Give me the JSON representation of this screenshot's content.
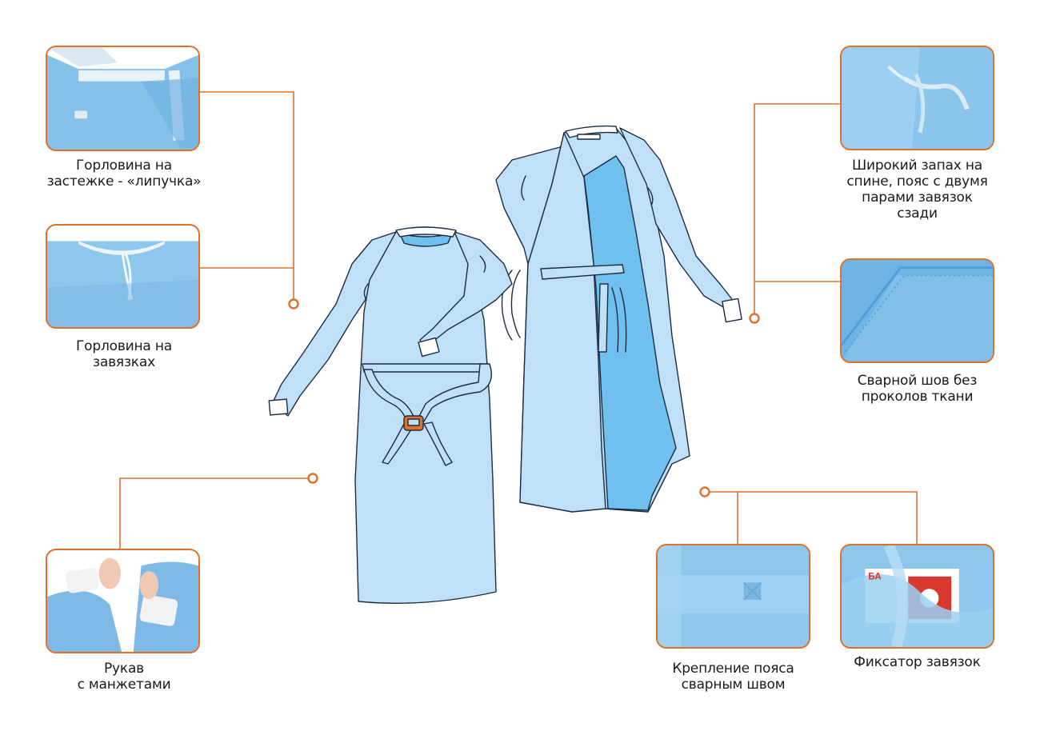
{
  "colors": {
    "accent": "#e0702a",
    "gown_fill": "#bfe0f7",
    "gown_inner": "#6fc0ee",
    "outline": "#1d2c45",
    "photo_blue": "#7fb9e6"
  },
  "features": [
    {
      "id": "velcro-neckline",
      "caption": "Горловина на\nзастежке - «липучка»"
    },
    {
      "id": "tie-neckline",
      "caption": "Горловина на\nзавязках"
    },
    {
      "id": "sleeve-cuffs",
      "caption": "Рукав\nс манжетами"
    },
    {
      "id": "wide-wrap",
      "caption": "Широкий запах на\nспине, пояс с двумя\nпарами завязок\nсзади"
    },
    {
      "id": "welded-seam",
      "caption": "Сварной шов без\nпроколов ткани"
    },
    {
      "id": "belt-weld",
      "caption": "Крепление пояса\nсварным швом"
    },
    {
      "id": "tie-holder",
      "caption": "Фиксатор завязок"
    }
  ],
  "tie_holder_label_fragment": "БА"
}
